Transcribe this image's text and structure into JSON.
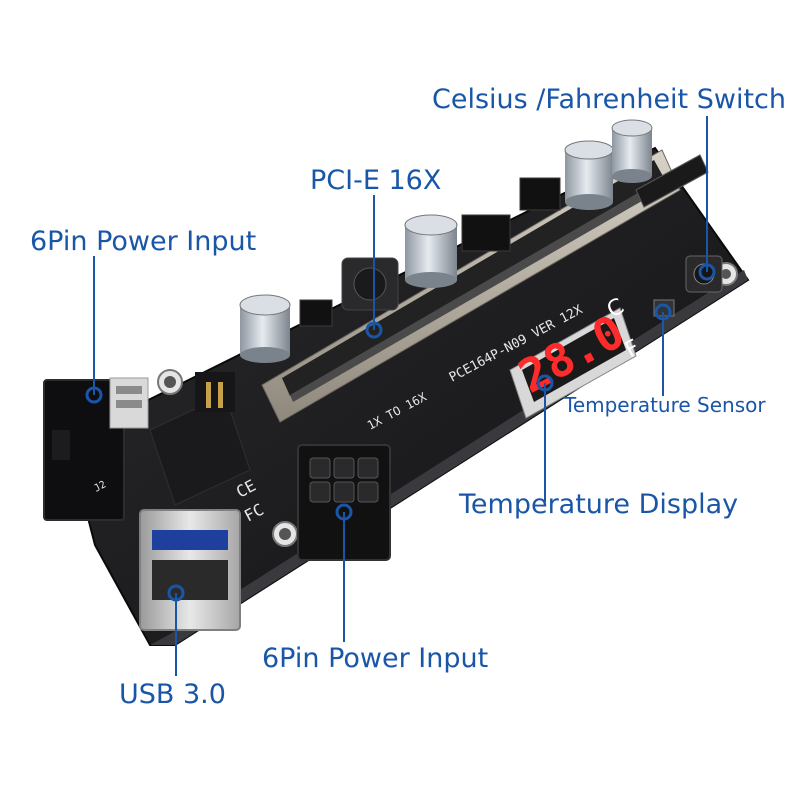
{
  "callouts": {
    "celsius_switch": "Celsius /Fahrenheit Switch",
    "pcie": "PCI-E 16X",
    "power_input_top": "6Pin Power Input",
    "temp_sensor": "Temperature Sensor",
    "temp_display": "Temperature Display",
    "power_input_bottom": "6Pin Power Input",
    "usb": "USB 3.0"
  },
  "board": {
    "model": "PCE164P-N09 VER 12X",
    "link": "1X TO 16X",
    "display_value": "28.0",
    "unit_c": "C",
    "unit_f": "F",
    "ce_mark": "CE",
    "fc_mark": "FC",
    "j2": "J2"
  },
  "colors": {
    "callout_text": "#1a56a8",
    "leader_line": "#1a56a8",
    "board": "#1b1b1d",
    "led_red": "#ff2b2b",
    "slot_metal": "#b9b3a8",
    "usb_metal": "#c9c9c9"
  }
}
